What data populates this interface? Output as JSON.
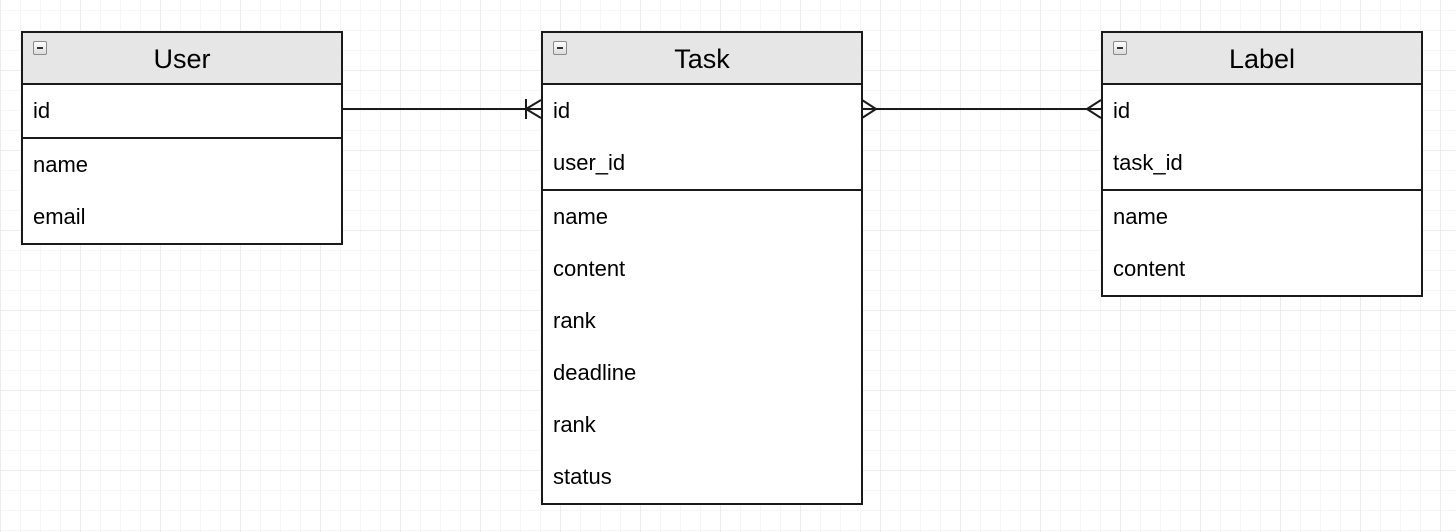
{
  "entities": {
    "user": {
      "title": "User",
      "keys": [
        "id"
      ],
      "attributes": [
        "name",
        "email"
      ]
    },
    "task": {
      "title": "Task",
      "keys": [
        "id",
        "user_id"
      ],
      "attributes": [
        "name",
        "content",
        "rank",
        "deadline",
        "rank",
        "status"
      ]
    },
    "label": {
      "title": "Label",
      "keys": [
        "id",
        "task_id"
      ],
      "attributes": [
        "name",
        "content"
      ]
    }
  },
  "relationships": [
    {
      "from": "User.id",
      "to": "Task.id",
      "from_end": "none",
      "to_end": "one-or-many"
    },
    {
      "from": "Task.id",
      "to": "Label.id",
      "from_end": "many",
      "to_end": "many"
    }
  ],
  "colors": {
    "header_fill": "#e6e6e6",
    "border": "#1a1a1a",
    "grid": "#ececec"
  }
}
